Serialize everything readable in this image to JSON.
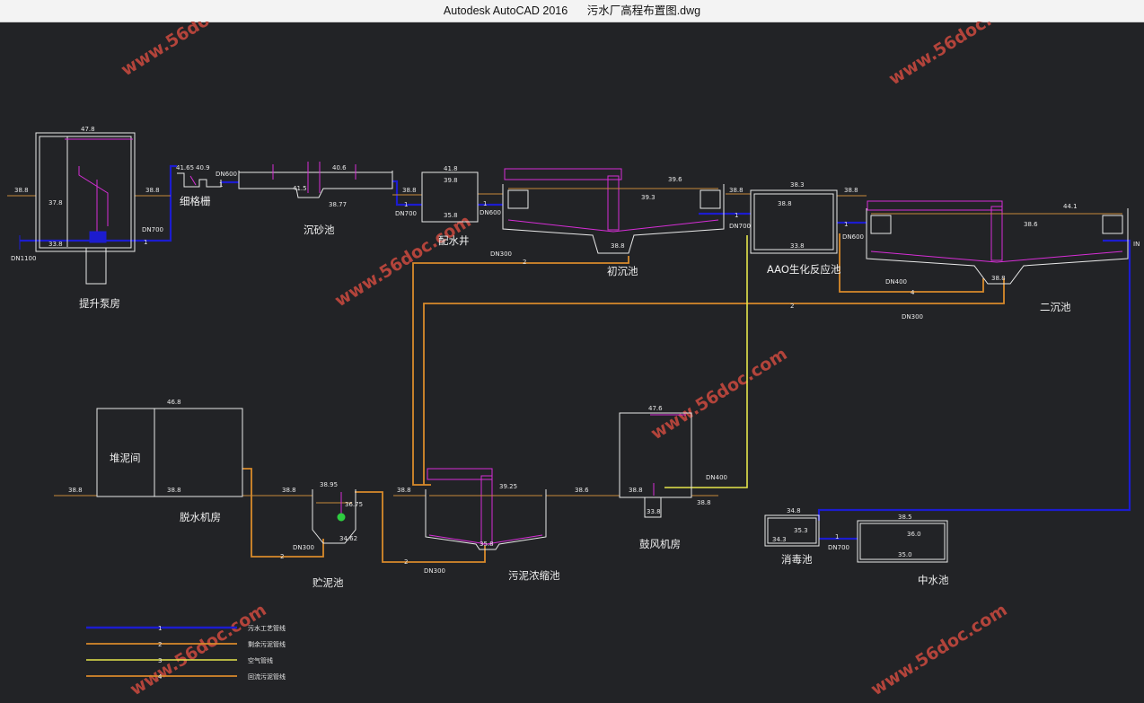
{
  "window": {
    "app_title": "Autodesk AutoCAD 2016",
    "file_name": "污水厂高程布置图.dwg"
  },
  "colors": {
    "background": "#222326",
    "sewage_pipe": "#1c1ccf",
    "sludge_pipe": "#d98a2b",
    "air_pipe": "#e6e64c",
    "structure": "#e8e8e8",
    "equipment": "#d62ed6",
    "water_level": "#c78a3a",
    "watermark": "#b3443b"
  },
  "units": {
    "pump_house": {
      "name": "提升泵房",
      "top": "47.8",
      "left_level": "38.8",
      "water_level": "37.8",
      "bottom": "33.8",
      "pipe": "DN700",
      "pipe_in": "DN1100",
      "arrow": "1"
    },
    "fine_screen": {
      "name": "细格栅",
      "elev_a": "41.65",
      "elev_b": "40.9",
      "level": "38.8",
      "pipe": "DN600",
      "arrow": "1"
    },
    "grit_chamber": {
      "name": "沉砂池",
      "level": "40.6",
      "bottom_a": "41.5",
      "bottom_b": "38.77",
      "pipe": "DN700",
      "arrow": "1"
    },
    "distribution_well": {
      "name": "配水井",
      "top": "41.8",
      "level": "39.8",
      "bottom": "35.8",
      "right_level": "38.8",
      "pipe": "DN600",
      "arrow": "1"
    },
    "primary_clarifier": {
      "name": "初沉池",
      "top": "39.6",
      "level": "39.3",
      "bottom": "38.8",
      "right_level": "38.8",
      "pipe": "DN700",
      "arrow": "1"
    },
    "aao_reactor": {
      "name": "AAO生化反应池",
      "top": "38.3",
      "level": "38.8",
      "bottom": "33.8",
      "right_level": "38.8",
      "pipe": "DN600",
      "arrow": "1"
    },
    "secondary_clarifier": {
      "name": "二沉池",
      "top": "44.1",
      "level": "38.6",
      "bottom": "38.8",
      "pipe": "DN400",
      "arrow": "4"
    },
    "sludge_dewatering": {
      "name": "脱水机房",
      "room": "堆泥间",
      "top": "46.8",
      "level": "38.8",
      "left_level": "38.8"
    },
    "sludge_storage": {
      "name": "贮泥池",
      "top": "38.95",
      "level": "36.75",
      "bottom": "34.62",
      "left_level": "38.8",
      "pipe": "DN300",
      "arrow": "2"
    },
    "sludge_thickener": {
      "name": "污泥浓缩池",
      "top": "39.25",
      "bottom": "35.8",
      "left_level": "38.8",
      "right_level": "38.6",
      "pipe": "DN300",
      "arrow": "2"
    },
    "blower_room": {
      "name": "鼓风机房",
      "top": "47.6",
      "level": "38.8",
      "bottom": "33.8",
      "right_level": "38.8",
      "pipe": "DN400"
    },
    "disinfection_tank": {
      "name": "消毒池",
      "top": "34.8",
      "level": "35.3",
      "bottom": "34.3",
      "pipe": "DN700",
      "arrow": "1"
    },
    "reuse_tank": {
      "name": "中水池",
      "top": "38.5",
      "level": "36.0",
      "bottom": "35.0"
    }
  },
  "pipes": {
    "return_sludge": {
      "size": "DN300",
      "arrow": "2"
    },
    "primary_sludge": {
      "size": "DN300",
      "arrow": "2"
    },
    "far_right_label": "IN"
  },
  "legend": [
    {
      "label": "污水工艺管线",
      "arrow": "1",
      "color": "#1c1ccf"
    },
    {
      "label": "剩余污泥管线",
      "arrow": "2",
      "color": "#d98a2b"
    },
    {
      "label": "空气管线",
      "arrow": "3",
      "color": "#e6e64c"
    },
    {
      "label": "回流污泥管线",
      "arrow": "4",
      "color": "#d98a2b"
    }
  ],
  "watermark": "www.56doc.com"
}
